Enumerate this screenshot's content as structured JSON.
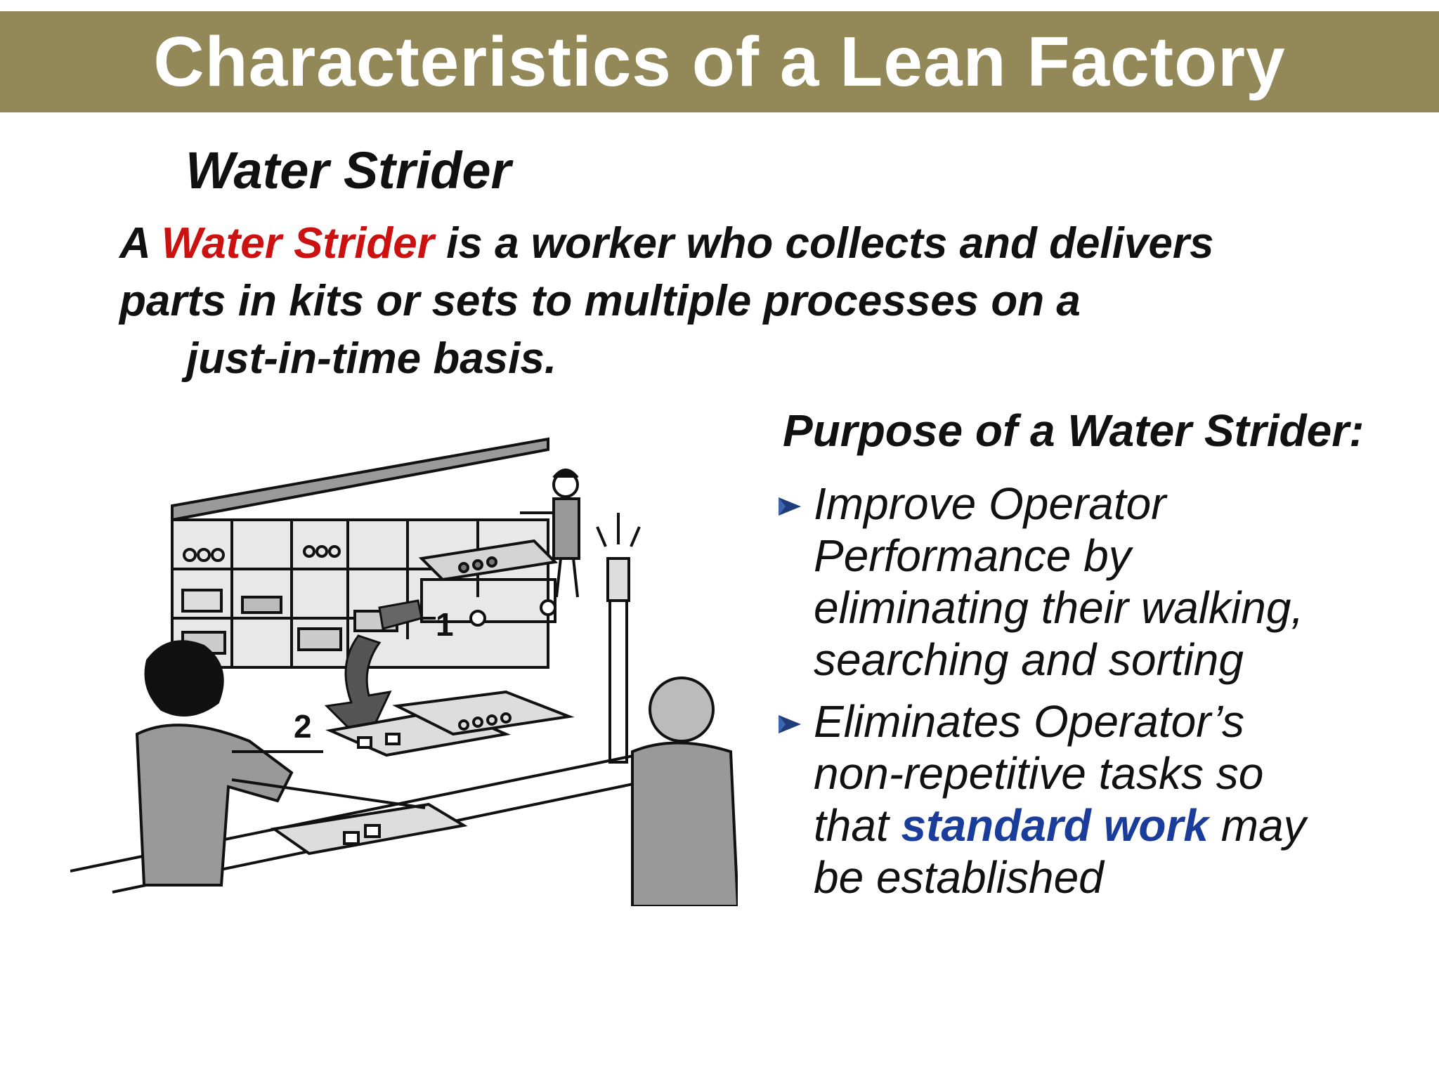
{
  "slide": {
    "title": "Characteristics of a Lean Factory",
    "subtitle": "Water Strider",
    "definition": {
      "intro": "A ",
      "term": "Water Strider",
      "line1_rest": " is a worker who collects and delivers",
      "line2": "parts in kits or sets to multiple processes on a",
      "line3": "just-in-time basis."
    },
    "purpose_heading": "Purpose of a Water Strider:",
    "bullets": [
      {
        "lines": [
          "Improve Operator",
          "Performance by",
          "eliminating their walking,",
          "searching and sorting"
        ]
      },
      {
        "lines": [
          "Eliminates Operator’s",
          "non-repetitive tasks so"
        ],
        "line3_pre": "that ",
        "line3_highlight": "standard work",
        "line3_post": " may",
        "line4": "be established"
      }
    ],
    "figure_labels": [
      "1",
      "2"
    ],
    "colors": {
      "title_bar": "#928858",
      "term_red": "#cc1111",
      "highlight_blue": "#1a3d9c",
      "bullet_icon": "#1f3d7a"
    },
    "icons": {
      "bullet": "triangle-arrow-icon"
    }
  }
}
